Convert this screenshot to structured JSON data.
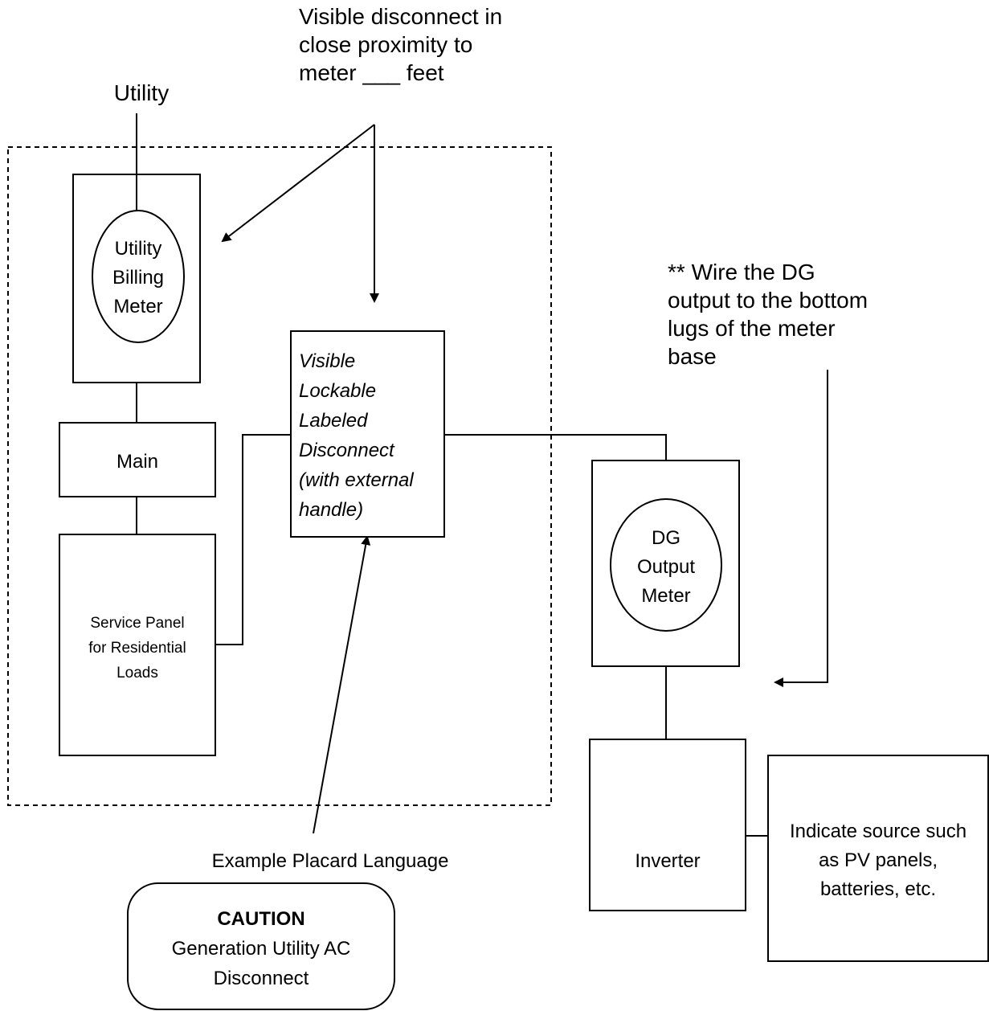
{
  "labels": {
    "utility": "Utility",
    "disconnect_note": [
      "Visible disconnect in",
      "close proximity to",
      "meter ___ feet"
    ],
    "dg_note": [
      "** Wire the DG",
      "output to the bottom",
      "lugs of the meter",
      "base"
    ],
    "billing_meter": [
      "Utility",
      "Billing",
      "Meter"
    ],
    "main": "Main",
    "service_panel": [
      "Service Panel",
      "for Residential",
      "Loads"
    ],
    "visible_disconnect": [
      "Visible",
      "Lockable",
      "Labeled",
      "Disconnect",
      "(with external",
      "handle)"
    ],
    "dg_meter": [
      "DG",
      "Output",
      "Meter"
    ],
    "inverter": "Inverter",
    "source": [
      "Indicate source such",
      "as PV panels,",
      "batteries, etc."
    ],
    "placard_caption": "Example Placard Language",
    "placard": [
      "CAUTION",
      "Generation Utility AC",
      "Disconnect"
    ]
  }
}
